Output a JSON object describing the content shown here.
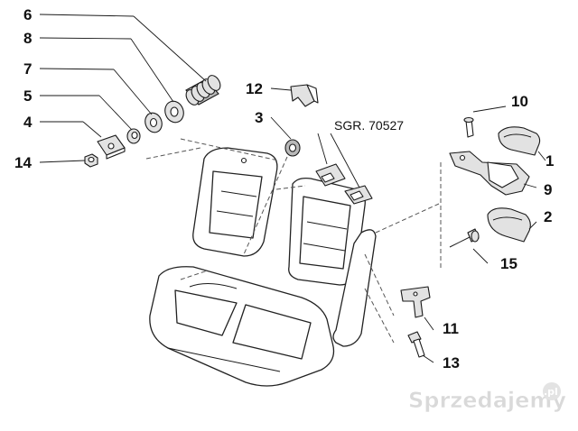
{
  "callouts": [
    "6",
    "8",
    "7",
    "5",
    "4",
    "14",
    "12",
    "3",
    "10",
    "1",
    "9",
    "2",
    "15",
    "11",
    "13"
  ],
  "reference_label": "SGR. 70527",
  "watermark": {
    "text": "Sprzedajemy",
    "suffix": ".pl"
  }
}
